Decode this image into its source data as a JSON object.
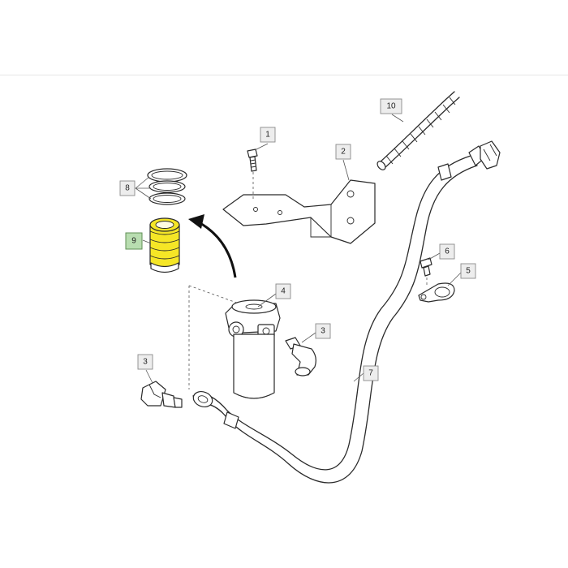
{
  "callouts": {
    "c1": "1",
    "c2": "2",
    "c3a": "3",
    "c3b": "3",
    "c4": "4",
    "c5": "5",
    "c6": "6",
    "c7": "7",
    "c8": "8",
    "c9": "9",
    "c10": "10"
  },
  "colors": {
    "highlight_part": "#f5e626",
    "highlight_box": "#b8ddb0"
  }
}
